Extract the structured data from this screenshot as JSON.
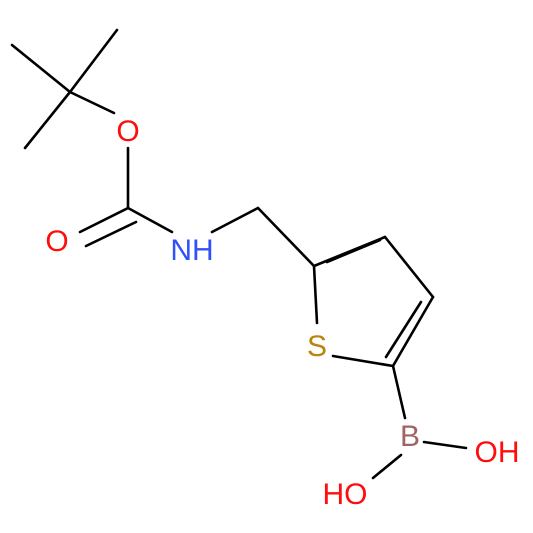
{
  "molecule": {
    "atoms": {
      "o_ether": {
        "label": "O",
        "color": "#ff0d0d"
      },
      "o_carbonyl": {
        "label": "O",
        "color": "#ff0d0d"
      },
      "n_amine": {
        "label": "NH",
        "color": "#3050f8"
      },
      "s_ring": {
        "label": "S",
        "color": "#b8860b"
      },
      "b_boron": {
        "label": "B",
        "color": "#a06464"
      },
      "oh_right": {
        "label": "OH",
        "color": "#ff0d0d"
      },
      "oh_bottom": {
        "label": "HO",
        "color": "#ff0d0d"
      }
    },
    "bond_color": "#000000"
  }
}
